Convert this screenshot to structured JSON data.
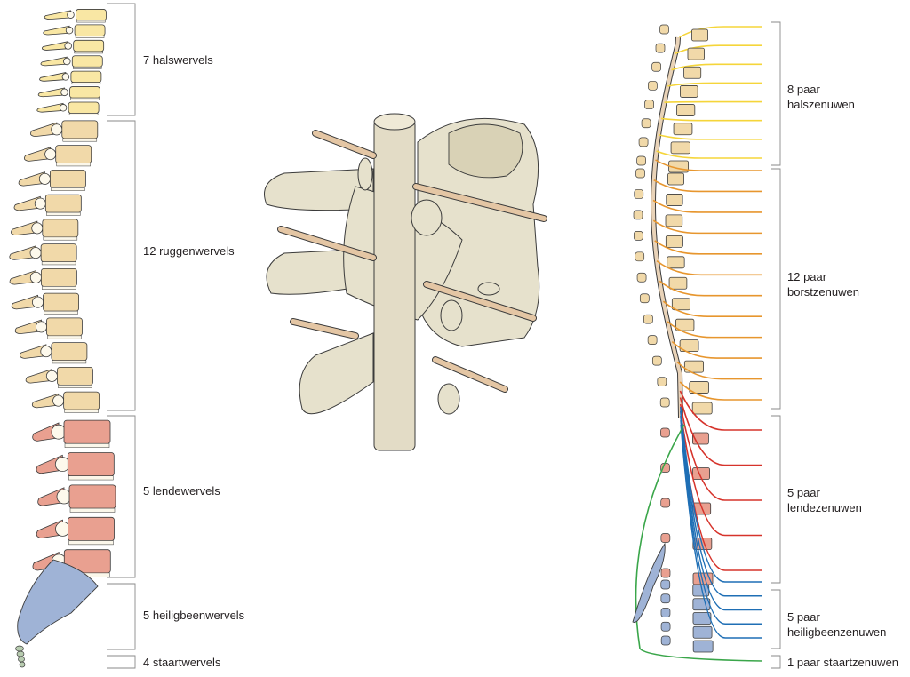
{
  "colors": {
    "cervical": "#f9e7a4",
    "thoracic": "#f1d9a9",
    "lumbar": "#e9a090",
    "sacral": "#9fb3d6",
    "coccyx": "#b8ccb0",
    "bone": "#e6e1cc",
    "nerve_root": "#e4c6a4",
    "outline": "#3b3b3b",
    "bracket": "#8a8a8a",
    "cervical_nerve": "#f5d53a",
    "thoracic_nerve": "#e7962e",
    "lumbar_nerve": "#d6332b",
    "sacral_nerve": "#1f6fb5",
    "coccygeal_nerve": "#3aa64a"
  },
  "vertebrae_labels": [
    {
      "key": "cervical",
      "text": "7 halswervels"
    },
    {
      "key": "thoracic",
      "text": "12 ruggenwervels"
    },
    {
      "key": "lumbar",
      "text": "5 lendewervels"
    },
    {
      "key": "sacral",
      "text": "5 heiligbeenwervels"
    },
    {
      "key": "coccyx",
      "text": "4 staartwervels"
    }
  ],
  "nerve_labels": [
    {
      "key": "cervical",
      "line1": "8 paar",
      "line2": "halszenuwen"
    },
    {
      "key": "thoracic",
      "line1": "12 paar",
      "line2": "borstzenuwen"
    },
    {
      "key": "lumbar",
      "line1": "5 paar",
      "line2": "lendezenuwen"
    },
    {
      "key": "sacral",
      "line1": "5 paar",
      "line2": "heiligbeenzenuwen"
    },
    {
      "key": "coccygeal",
      "line1": "1 paar staartzenuwen",
      "line2": ""
    }
  ],
  "counts": {
    "cervical_vertebrae": 7,
    "thoracic_vertebrae": 12,
    "lumbar_vertebrae": 5,
    "sacral_vertebrae": 5,
    "coccygeal_vertebrae": 4,
    "cervical_nerves": 8,
    "thoracic_nerves": 12,
    "lumbar_nerves": 5,
    "sacral_nerves": 5,
    "coccygeal_nerves": 1
  }
}
